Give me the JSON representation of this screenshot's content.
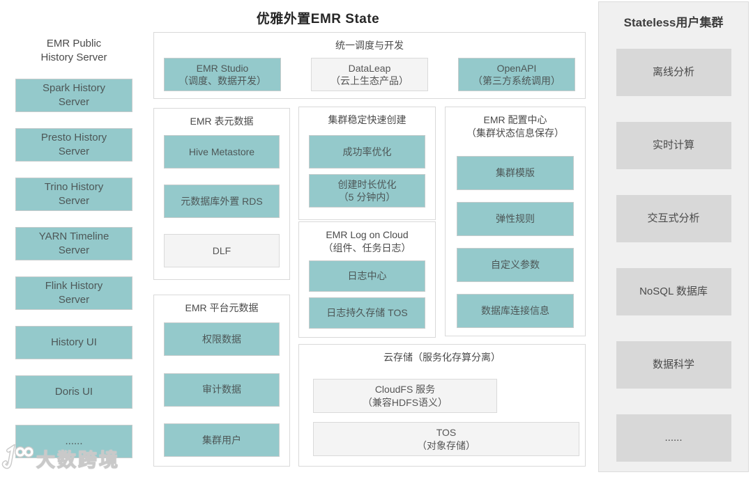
{
  "main_title": "优雅外置EMR State",
  "left_panel": {
    "title_line1": "EMR Public",
    "title_line2": "History Server",
    "items": [
      "Spark History Server",
      "Presto History Server",
      "Trino History Server",
      "YARN Timeline Server",
      "Flink History Server",
      "History UI",
      "Doris UI",
      "......"
    ]
  },
  "sections": {
    "scheduling": {
      "title": "统一调度与开发",
      "items": [
        {
          "line1": "EMR Studio",
          "line2": "（调度、数据开发）"
        },
        {
          "line1": "DataLeap",
          "line2": "（云上生态产品）"
        },
        {
          "line1": "OpenAPI",
          "line2": "（第三方系统调用）"
        }
      ]
    },
    "table_metadata": {
      "title": "EMR 表元数据",
      "items": [
        {
          "line1": "Hive Metastore"
        },
        {
          "line1": "元数据库外置 RDS"
        },
        {
          "line1": "DLF"
        }
      ]
    },
    "cluster_creation": {
      "title": "集群稳定快速创建",
      "items": [
        {
          "line1": "成功率优化"
        },
        {
          "line1": "创建时长优化",
          "line2": "（5 分钟内）"
        }
      ]
    },
    "log_on_cloud": {
      "title": "EMR Log on Cloud",
      "subtitle": "（组件、任务日志）",
      "items": [
        {
          "line1": "日志中心"
        },
        {
          "line1": "日志持久存储 TOS"
        }
      ]
    },
    "config_center": {
      "title": "EMR 配置中心",
      "subtitle": "（集群状态信息保存）",
      "items": [
        {
          "line1": "集群模版"
        },
        {
          "line1": "弹性规则"
        },
        {
          "line1": "自定义参数"
        },
        {
          "line1": "数据库连接信息"
        }
      ]
    },
    "platform_metadata": {
      "title": "EMR 平台元数据",
      "items": [
        {
          "line1": "权限数据"
        },
        {
          "line1": "审计数据"
        },
        {
          "line1": "集群用户"
        }
      ]
    },
    "cloud_storage": {
      "title": "云存储（服务化存算分离）",
      "items": [
        {
          "line1": "CloudFS 服务",
          "line2": "（兼容HDFS语义）"
        },
        {
          "line1": "TOS",
          "line2": "（对象存储）"
        }
      ]
    }
  },
  "right_panel": {
    "title": "Stateless用户集群",
    "items": [
      "离线分析",
      "实时计算",
      "交互式分析",
      "NoSQL 数据库",
      "数据科学",
      "......"
    ]
  },
  "watermark": {
    "logo": "100",
    "text": "大数跨境"
  },
  "colors": {
    "teal": "#94c9cb",
    "teal_border": "#c6cccc",
    "gray_fill": "#f4f4f4",
    "gray_border": "#dadada",
    "panel_border": "#d9d9d9",
    "right_bg": "#f0f0f0",
    "right_box": "#d8d8d8",
    "text": "#4a4a4a"
  }
}
